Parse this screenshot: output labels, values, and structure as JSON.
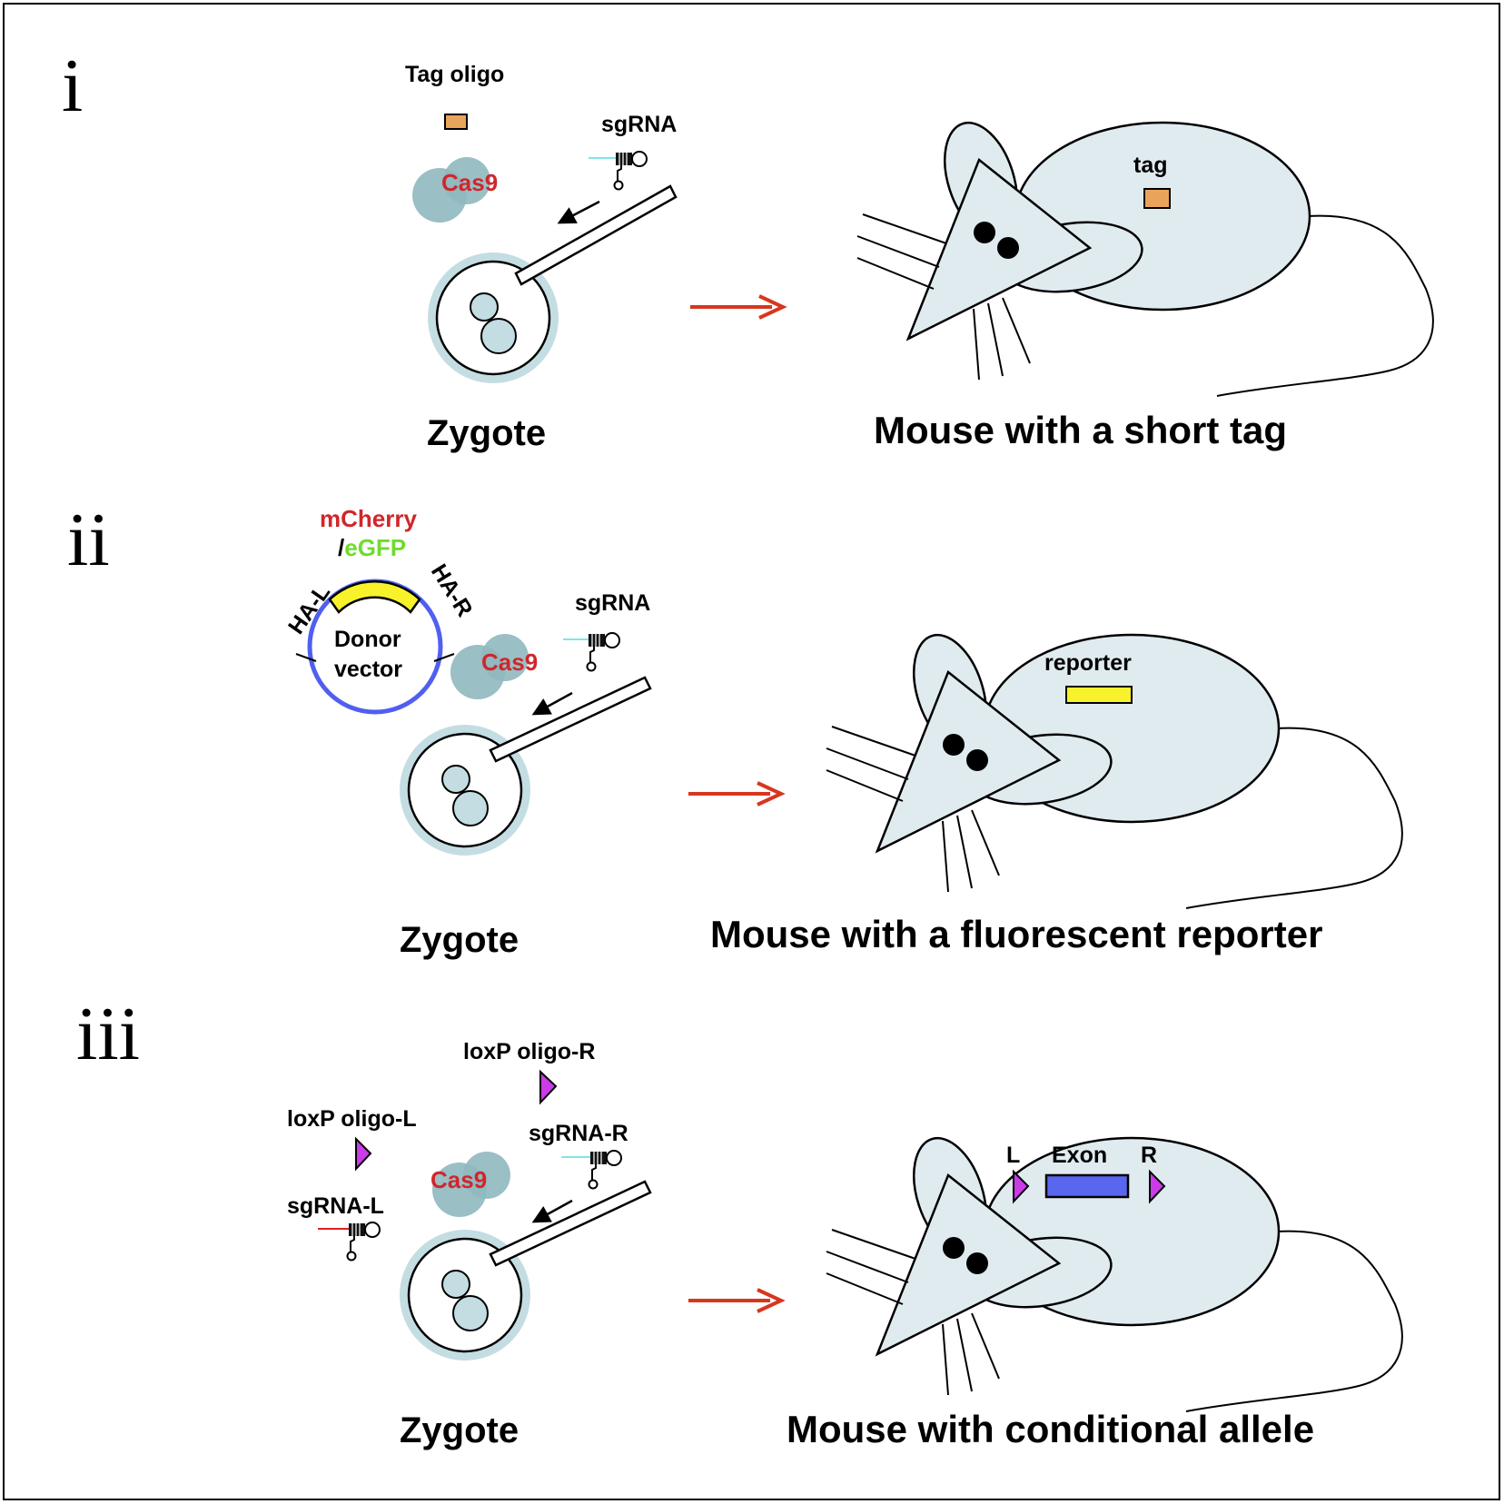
{
  "panels": [
    {
      "label": "i",
      "items": {
        "oligo_label": "Tag oligo",
        "sgrna_label": "sgRNA",
        "cas9_label": "Cas9",
        "zygote_label": "Zygote",
        "mouse_gene_label": "tag",
        "caption": "Mouse with a short tag"
      }
    },
    {
      "label": "ii",
      "items": {
        "insert_label_a": "mCherry",
        "insert_label_sep": "/",
        "insert_label_b": "eGFP",
        "ha_left": "HA-L",
        "ha_right": "HA-R",
        "vector_line1": "Donor",
        "vector_line2": "vector",
        "sgrna_label": "sgRNA",
        "cas9_label": "Cas9",
        "zygote_label": "Zygote",
        "mouse_gene_label": "reporter",
        "caption": "Mouse with a fluorescent reporter"
      }
    },
    {
      "label": "iii",
      "items": {
        "oligo_r_label": "loxP oligo-R",
        "oligo_l_label": "loxP oligo-L",
        "sgrna_r_label": "sgRNA-R",
        "sgrna_l_label": "sgRNA-L",
        "cas9_label": "Cas9",
        "zygote_label": "Zygote",
        "mouse_l": "L",
        "mouse_exon": "Exon",
        "mouse_r": "R",
        "caption": "Mouse with conditional allele"
      }
    }
  ],
  "colors": {
    "cas9_text": "#d0262b",
    "egfp_text": "#6fdc2c",
    "dna_line": "#4f5ff0",
    "tag_fill": "#e9a45c",
    "reporter_fill": "#f7f22a",
    "loxp_fill": "#c93ce8",
    "exon_fill": "#5867ee",
    "mouse_fill": "#e0ebf0",
    "cas9_blob": "#8fb8bf",
    "zona": "#c4dde2",
    "arrow_red": "#d8361f",
    "sgrna_spacer": "#7fe6e6",
    "sgrna_l_spacer": "#e02020"
  }
}
